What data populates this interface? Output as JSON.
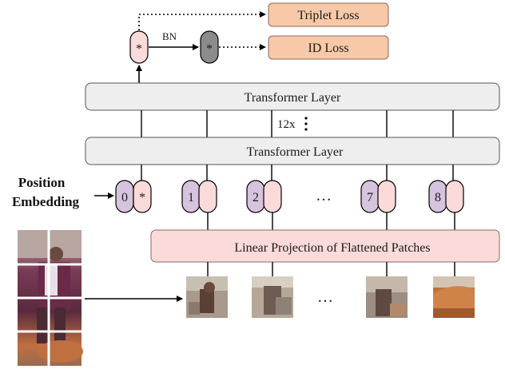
{
  "losses": {
    "triplet": "Triplet Loss",
    "id": "ID Loss"
  },
  "bn_label": "BN",
  "cls_symbol": "*",
  "transformer": {
    "top_label": "Transformer Layer",
    "bottom_label": "Transformer Layer",
    "repeat": "12x"
  },
  "position_embedding": {
    "line1": "Position",
    "line2": "Embedding"
  },
  "tokens": {
    "first_index": "0",
    "cls": "*",
    "patches": [
      "1",
      "2",
      "7",
      "8"
    ],
    "ellipsis": "…"
  },
  "projection_label": "Linear Projection of Flattened Patches",
  "patch_ellipsis": "…",
  "colors": {
    "loss_fill": "#f8c9a8",
    "loss_stroke": "#8a6a5a",
    "transformer_fill": "#eeeeee",
    "projection_fill": "#fbdada",
    "token_pink": "#fbdada",
    "token_purple": "#d6c3dd",
    "bn_output": "#8c8c8c"
  }
}
